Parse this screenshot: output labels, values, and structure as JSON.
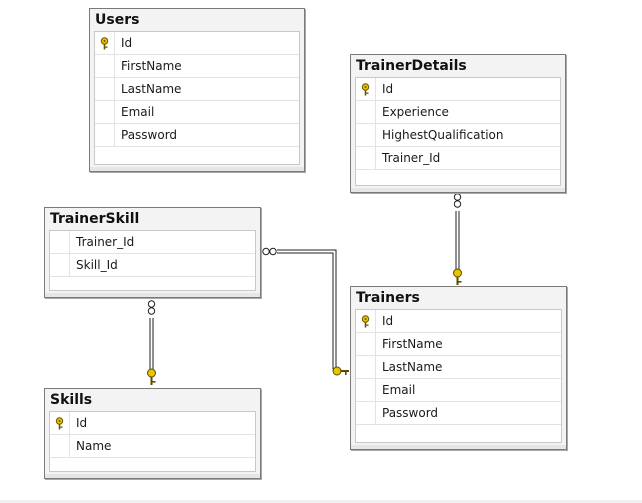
{
  "tables": {
    "users": {
      "title": "Users",
      "columns": [
        {
          "name": "Id",
          "pk": true
        },
        {
          "name": "FirstName",
          "pk": false
        },
        {
          "name": "LastName",
          "pk": false
        },
        {
          "name": "Email",
          "pk": false
        },
        {
          "name": "Password",
          "pk": false
        }
      ]
    },
    "trainer_details": {
      "title": "TrainerDetails",
      "columns": [
        {
          "name": "Id",
          "pk": true
        },
        {
          "name": "Experience",
          "pk": false
        },
        {
          "name": "HighestQualification",
          "pk": false
        },
        {
          "name": "Trainer_Id",
          "pk": false
        }
      ]
    },
    "trainer_skill": {
      "title": "TrainerSkill",
      "columns": [
        {
          "name": "Trainer_Id",
          "pk": false
        },
        {
          "name": "Skill_Id",
          "pk": false
        }
      ]
    },
    "trainers": {
      "title": "Trainers",
      "columns": [
        {
          "name": "Id",
          "pk": true
        },
        {
          "name": "FirstName",
          "pk": false
        },
        {
          "name": "LastName",
          "pk": false
        },
        {
          "name": "Email",
          "pk": false
        },
        {
          "name": "Password",
          "pk": false
        }
      ]
    },
    "skills": {
      "title": "Skills",
      "columns": [
        {
          "name": "Id",
          "pk": true
        },
        {
          "name": "Name",
          "pk": false
        }
      ]
    }
  },
  "relationships": [
    {
      "from": "TrainerDetails",
      "to": "Trainers",
      "from_end": "many",
      "to_end": "one"
    },
    {
      "from": "TrainerSkill",
      "to": "Trainers",
      "from_end": "many",
      "to_end": "one"
    },
    {
      "from": "TrainerSkill",
      "to": "Skills",
      "from_end": "many",
      "to_end": "one"
    }
  ],
  "colors": {
    "key_gold": "#e8c400",
    "connector": "#222222",
    "table_header": "#f3f3f3",
    "table_border": "#7a7a7a"
  }
}
